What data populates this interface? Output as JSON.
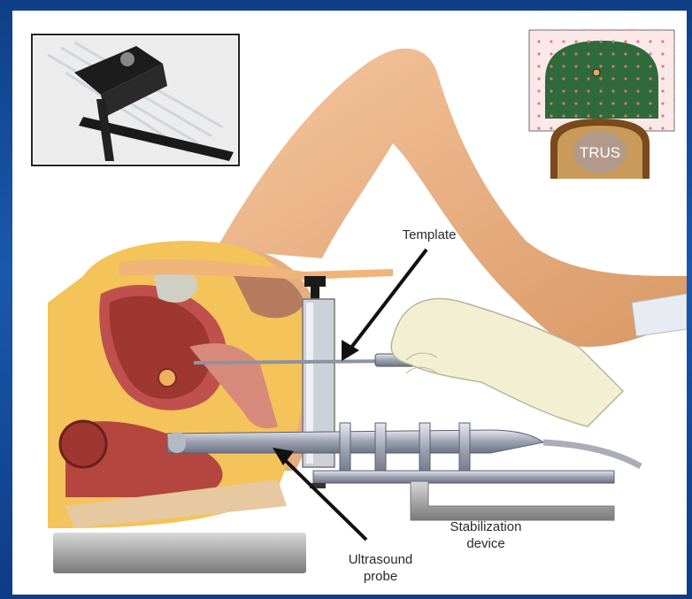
{
  "labels": {
    "template": "Template",
    "trus": "TRUS",
    "stabilization_line1": "Stabilization",
    "stabilization_line2": "device",
    "ultrasound_line1": "Ultrasound",
    "ultrasound_line2": "probe"
  },
  "colors": {
    "frame": "#1b58ad",
    "skin": "#f0b98a",
    "tissue": "#c0504d",
    "fat": "#f4c35a",
    "trus_field": "#2f6a3a",
    "metal": "#9aa0ad",
    "glove": "#f3efd2",
    "arrow": "#111111"
  },
  "insets": {
    "device_photo": "needle-template-photo",
    "grid_image": "prostate-template-grid"
  }
}
